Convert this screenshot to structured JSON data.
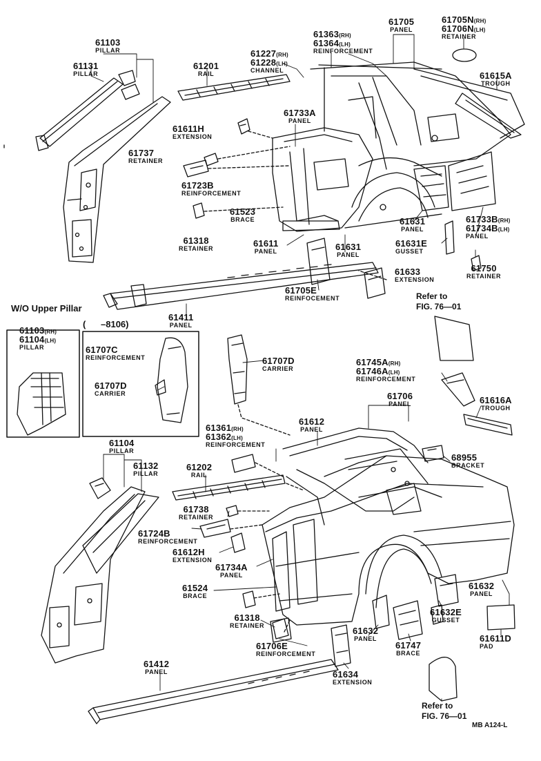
{
  "colors": {
    "ink": "#111111",
    "paper": "#ffffff"
  },
  "callouts": [
    {
      "id": "c01",
      "num": "61103",
      "name": "PILLAR"
    },
    {
      "id": "c02",
      "num": "61131",
      "name": "PILLAR"
    },
    {
      "id": "c03",
      "num": "61201",
      "name": "RAIL"
    },
    {
      "id": "c04",
      "num": "61227",
      "sfx": "(RH)",
      "num2": "61228",
      "sfx2": "(LH)",
      "name": "CHANNEL"
    },
    {
      "id": "c05",
      "num": "61363",
      "sfx": "(RH)",
      "num2": "61364",
      "sfx2": "(LH)",
      "name": "REINFORCEMENT"
    },
    {
      "id": "c06",
      "num": "61705",
      "name": "PANEL"
    },
    {
      "id": "c07",
      "num": "61705N",
      "sfx": "(RH)",
      "num2": "61706N",
      "sfx2": "(LH)",
      "name": "RETAINER"
    },
    {
      "id": "c08",
      "num": "61615A",
      "name": "TROUGH"
    },
    {
      "id": "c09",
      "num": "61733A",
      "name": "PANEL"
    },
    {
      "id": "c10",
      "num": "61611H",
      "name": "EXTENSION"
    },
    {
      "id": "c11",
      "num": "61737",
      "name": "RETAINER"
    },
    {
      "id": "c12",
      "num": "61723B",
      "name": "REINFORCEMENT"
    },
    {
      "id": "c13",
      "num": "61523",
      "name": "BRACE"
    },
    {
      "id": "c14",
      "num": "61318",
      "name": "RETAINER"
    },
    {
      "id": "c15",
      "num": "61611",
      "name": "PANEL"
    },
    {
      "id": "c16",
      "num": "61631",
      "name": "PANEL"
    },
    {
      "id": "c17",
      "num": "61631",
      "name": "PANEL"
    },
    {
      "id": "c18",
      "num": "61733B",
      "sfx": "(RH)",
      "num2": "61734B",
      "sfx2": "(LH)",
      "name": "PANEL"
    },
    {
      "id": "c19",
      "num": "61631E",
      "name": "GUSSET"
    },
    {
      "id": "c20",
      "num": "61750",
      "name": "RETAINER"
    },
    {
      "id": "c21",
      "num": "61633",
      "name": "EXTENSION"
    },
    {
      "id": "c22",
      "num": "61705E",
      "name": "REINFOCEMENT"
    },
    {
      "id": "c23",
      "num": "61411",
      "name": "PANEL"
    },
    {
      "id": "c24",
      "num": "61103",
      "sfx": "(RH)",
      "num2": "61104",
      "sfx2": "(LH)",
      "name": "PILLAR"
    },
    {
      "id": "c25",
      "num": "61707C",
      "name": "REINFORCEMENT"
    },
    {
      "id": "c26",
      "num": "61707D",
      "name": "CARRIER"
    },
    {
      "id": "c27",
      "num": "61707D",
      "name": "CARRIER"
    },
    {
      "id": "c28",
      "num": "61745A",
      "sfx": "(RH)",
      "num2": "61746A",
      "sfx2": "(LH)",
      "name": "REINFORCEMENT"
    },
    {
      "id": "c29",
      "num": "61706",
      "name": "PANEL"
    },
    {
      "id": "c30",
      "num": "61616A",
      "name": "TROUGH"
    },
    {
      "id": "c31",
      "num": "61612",
      "name": "PANEL"
    },
    {
      "id": "c32",
      "num": "61361",
      "sfx": "(RH)",
      "num2": "61362",
      "sfx2": "(LH)",
      "name": "REINFORCEMENT"
    },
    {
      "id": "c33",
      "num": "68955",
      "name": "BRACKET"
    },
    {
      "id": "c34",
      "num": "61104",
      "name": "PILLAR"
    },
    {
      "id": "c35",
      "num": "61132",
      "name": "PILLAR"
    },
    {
      "id": "c36",
      "num": "61202",
      "name": "RAIL"
    },
    {
      "id": "c37",
      "num": "61738",
      "name": "RETAINER"
    },
    {
      "id": "c38",
      "num": "61724B",
      "name": "REINFORCEMENT"
    },
    {
      "id": "c39",
      "num": "61612H",
      "name": "EXTENSION"
    },
    {
      "id": "c40",
      "num": "61734A",
      "name": "PANEL"
    },
    {
      "id": "c41",
      "num": "61524",
      "name": "BRACE"
    },
    {
      "id": "c42",
      "num": "61318",
      "name": "RETAINER"
    },
    {
      "id": "c43",
      "num": "61706E",
      "name": "REINFORCEMENT"
    },
    {
      "id": "c44",
      "num": "61632",
      "name": "PANEL"
    },
    {
      "id": "c45",
      "num": "61632",
      "name": "PANEL"
    },
    {
      "id": "c46",
      "num": "61632E",
      "name": "GUSSET"
    },
    {
      "id": "c47",
      "num": "61747",
      "name": "BRACE"
    },
    {
      "id": "c48",
      "num": "61611D",
      "name": "PAD"
    },
    {
      "id": "c49",
      "num": "61634",
      "name": "EXTENSION"
    },
    {
      "id": "c50",
      "num": "61412",
      "name": "PANEL"
    }
  ],
  "notes": {
    "wo_upper_pillar": "W/O Upper Pillar",
    "date_range": "(      –8106)",
    "refer_top_1": "Refer to",
    "refer_top_2": "FIG. 76—01",
    "refer_bottom_1": "Refer to",
    "refer_bottom_2": "FIG. 76—01",
    "figure_code": "MB A124-L"
  }
}
